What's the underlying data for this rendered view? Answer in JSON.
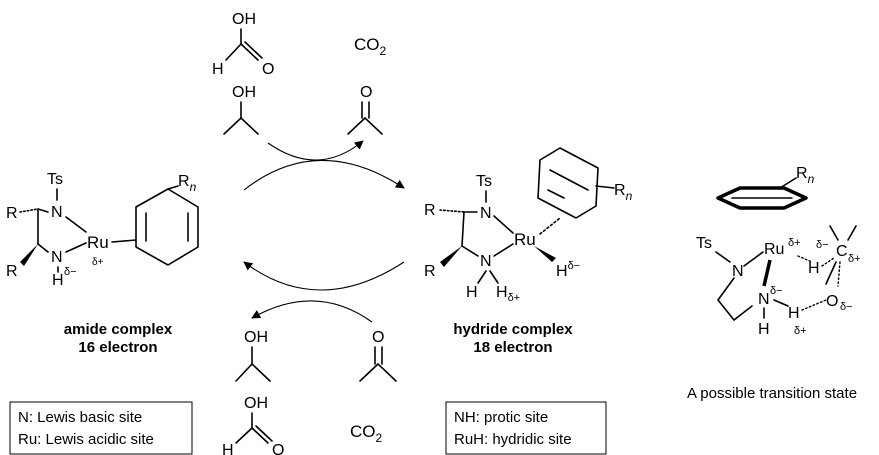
{
  "labels": {
    "formic_oh": "OH",
    "formic_h": "H",
    "formic_o": "O",
    "co2": "CO",
    "co2_sub": "2",
    "ipa_oh": "OH",
    "acetone_o": "O",
    "ts": "Ts",
    "r": "R",
    "n": "N",
    "ru": "Ru",
    "h": "H",
    "rn": "R",
    "rn_sub": "n",
    "delta_plus": "δ+",
    "delta_minus": "δ−",
    "c": "C",
    "o": "O"
  },
  "amide": {
    "name": "amide complex",
    "electrons": "16 electron"
  },
  "hydride": {
    "name": "hydride complex",
    "electrons": "18 electron"
  },
  "transition_state": {
    "caption": "A possible transition state"
  },
  "boxes": {
    "left": {
      "line1": "N: Lewis basic site",
      "line2": "Ru: Lewis acidic site"
    },
    "right": {
      "line1": "NH: protic site",
      "line2": "RuH: hydridic site"
    }
  }
}
